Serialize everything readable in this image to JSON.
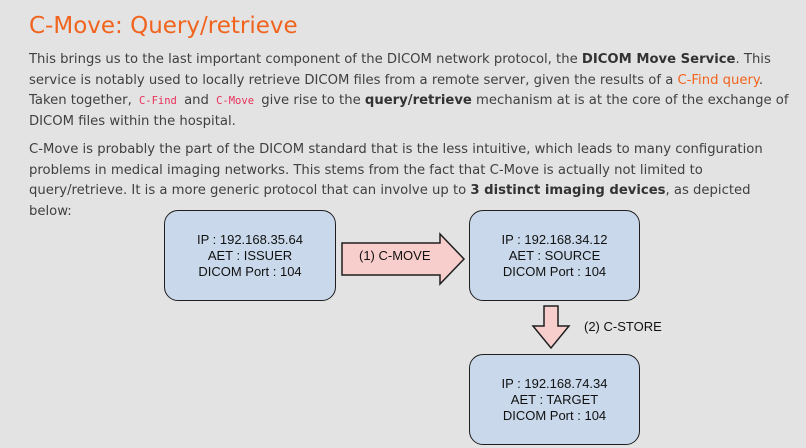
{
  "title": "C-Move: Query/retrieve",
  "p1": {
    "t1": "This brings us to the last important component of the DICOM network protocol, the ",
    "b1": "DICOM Move Service",
    "t2": ". This service is notably used to locally retrieve DICOM files from a remote server, given the results of a ",
    "link": "C-Find query",
    "t3": ". Taken together, ",
    "code1": "C-Find",
    "t4": " and ",
    "code2": "C-Move",
    "t5": " give rise to the ",
    "b2": "query/retrieve",
    "t6": " mechanism at is at the core of the exchange of DICOM files within the hospital."
  },
  "p2": {
    "t1": "C-Move is probably the part of the DICOM standard that is the less intuitive, which leads to many configuration problems in medical imaging networks. This stems from the fact that C-Move is actually not limited to query/retrieve. It is a more generic protocol that can involve up to ",
    "b1": "3 distinct imaging devices",
    "t2": ", as depicted below:"
  },
  "diagram": {
    "issuer": {
      "ip": "IP : 192.168.35.64",
      "aet": "AET : ISSUER",
      "port": "DICOM Port : 104"
    },
    "source": {
      "ip": "IP : 192.168.34.12",
      "aet": "AET : SOURCE",
      "port": "DICOM Port : 104"
    },
    "target": {
      "ip": "IP : 192.168.74.34",
      "aet": "AET : TARGET",
      "port": "DICOM Port : 104"
    },
    "arrow1_label": "(1) C-MOVE",
    "arrow2_label": "(2) C-STORE",
    "colors": {
      "node_fill": "#c9d9eb",
      "arrow_fill": "#f8cecc",
      "title": "#f0641e",
      "code": "#e8305a"
    }
  }
}
